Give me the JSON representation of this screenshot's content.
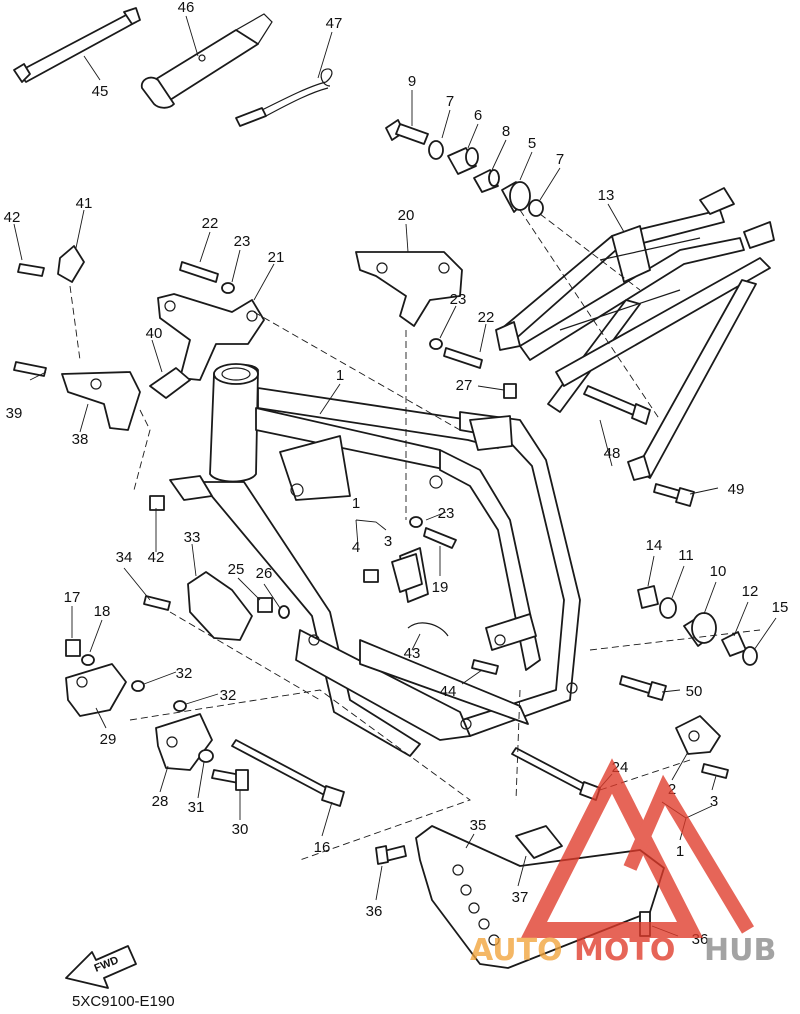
{
  "diagram": {
    "callouts": {
      "c1_frame": "1",
      "c1_kit": "1",
      "c1_right": "1",
      "c2": "2",
      "c3_left": "3",
      "c3_right": "3",
      "c4": "4",
      "c5": "5",
      "c6": "6",
      "c7_a": "7",
      "c7_b": "7",
      "c8": "8",
      "c9": "9",
      "c10": "10",
      "c11": "11",
      "c12": "12",
      "c13": "13",
      "c14": "14",
      "c15": "15",
      "c16": "16",
      "c17": "17",
      "c18": "18",
      "c19": "19",
      "c20": "20",
      "c21": "21",
      "c22_a": "22",
      "c22_b": "22",
      "c23_a": "23",
      "c23_b": "23",
      "c23_c": "23",
      "c24": "24",
      "c25": "25",
      "c26": "26",
      "c27": "27",
      "c28": "28",
      "c29": "29",
      "c30": "30",
      "c31": "31",
      "c32_a": "32",
      "c32_b": "32",
      "c33": "33",
      "c34": "34",
      "c35": "35",
      "c36_a": "36",
      "c36_b": "36",
      "c37": "37",
      "c38": "38",
      "c39": "39",
      "c40": "40",
      "c41": "41",
      "c42_a": "42",
      "c42_b": "42",
      "c43": "43",
      "c44": "44",
      "c45": "45",
      "c46": "46",
      "c47": "47",
      "c48": "48",
      "c49": "49",
      "c50": "50"
    },
    "fwd_label": "FWD",
    "diagram_code": "5XC9100-E190",
    "watermark": {
      "auto": "AUTO",
      "moto": "MOTO",
      "hub": "HUB",
      "color_red": "#e03a2a",
      "color_orange": "#f2a33a",
      "color_grey": "#8a8a8a"
    }
  }
}
